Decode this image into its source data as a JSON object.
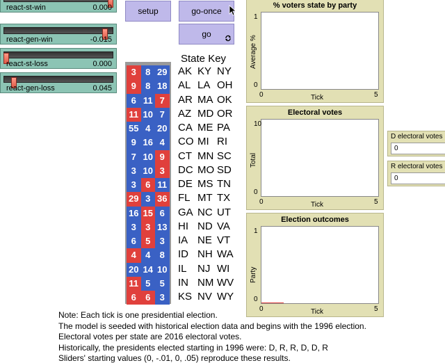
{
  "sliders": [
    {
      "label": "react-st-win",
      "value": "0.000",
      "fraction": 0.98
    },
    {
      "label": "react-gen-win",
      "value": "-0.015",
      "fraction": 0.93
    },
    {
      "label": "react-st-loss",
      "value": "0.000",
      "fraction": 0.02
    },
    {
      "label": "react-gen-loss",
      "value": "0.045",
      "fraction": 0.09
    }
  ],
  "buttons": {
    "setup": "setup",
    "go_once": "go-once",
    "go": "go"
  },
  "plots": [
    {
      "title": "% voters state by party",
      "ylabel": "Average %",
      "xlabel": "Tick",
      "ymin": "0",
      "ymax": "1",
      "xmin": "0",
      "xmax": "5"
    },
    {
      "title": "Electoral votes",
      "ylabel": "Total",
      "xlabel": "Tick",
      "ymin": "0",
      "ymax": "10",
      "xmin": "0",
      "xmax": "5"
    },
    {
      "title": "Election outcomes",
      "ylabel": "Party",
      "xlabel": "Tick",
      "ymin": "0",
      "ymax": "1",
      "xmin": "0",
      "xmax": "5"
    }
  ],
  "monitors": [
    {
      "label": "D electoral votes",
      "value": "0"
    },
    {
      "label": "R electoral votes",
      "value": "0"
    }
  ],
  "state_key_title": "State Key",
  "grid": [
    [
      {
        "v": "3",
        "p": "R"
      },
      {
        "v": "8",
        "p": "D"
      },
      {
        "v": "29",
        "p": "D"
      }
    ],
    [
      {
        "v": "9",
        "p": "R"
      },
      {
        "v": "8",
        "p": "D"
      },
      {
        "v": "18",
        "p": "D"
      }
    ],
    [
      {
        "v": "6",
        "p": "D"
      },
      {
        "v": "11",
        "p": "D"
      },
      {
        "v": "7",
        "p": "R"
      }
    ],
    [
      {
        "v": "11",
        "p": "R"
      },
      {
        "v": "10",
        "p": "D"
      },
      {
        "v": "7",
        "p": "D"
      }
    ],
    [
      {
        "v": "55",
        "p": "D"
      },
      {
        "v": "4",
        "p": "D"
      },
      {
        "v": "20",
        "p": "D"
      }
    ],
    [
      {
        "v": "9",
        "p": "D"
      },
      {
        "v": "16",
        "p": "D"
      },
      {
        "v": "4",
        "p": "D"
      }
    ],
    [
      {
        "v": "7",
        "p": "D"
      },
      {
        "v": "10",
        "p": "D"
      },
      {
        "v": "9",
        "p": "R"
      }
    ],
    [
      {
        "v": "3",
        "p": "D"
      },
      {
        "v": "10",
        "p": "D"
      },
      {
        "v": "3",
        "p": "R"
      }
    ],
    [
      {
        "v": "3",
        "p": "D"
      },
      {
        "v": "6",
        "p": "R"
      },
      {
        "v": "11",
        "p": "D"
      }
    ],
    [
      {
        "v": "29",
        "p": "R"
      },
      {
        "v": "3",
        "p": "D"
      },
      {
        "v": "36",
        "p": "R"
      }
    ],
    [
      {
        "v": "16",
        "p": "D"
      },
      {
        "v": "15",
        "p": "R"
      },
      {
        "v": "6",
        "p": "D"
      }
    ],
    [
      {
        "v": "3",
        "p": "D"
      },
      {
        "v": "3",
        "p": "R"
      },
      {
        "v": "13",
        "p": "D"
      }
    ],
    [
      {
        "v": "6",
        "p": "D"
      },
      {
        "v": "5",
        "p": "R"
      },
      {
        "v": "3",
        "p": "D"
      }
    ],
    [
      {
        "v": "4",
        "p": "R"
      },
      {
        "v": "4",
        "p": "D"
      },
      {
        "v": "8",
        "p": "D"
      }
    ],
    [
      {
        "v": "20",
        "p": "D"
      },
      {
        "v": "14",
        "p": "D"
      },
      {
        "v": "10",
        "p": "D"
      }
    ],
    [
      {
        "v": "11",
        "p": "R"
      },
      {
        "v": "5",
        "p": "D"
      },
      {
        "v": "5",
        "p": "D"
      }
    ],
    [
      {
        "v": "6",
        "p": "R"
      },
      {
        "v": "6",
        "p": "R"
      },
      {
        "v": "3",
        "p": "D"
      }
    ]
  ],
  "state_key": [
    [
      "AK",
      "KY",
      "NY"
    ],
    [
      "AL",
      "LA",
      "OH"
    ],
    [
      "AR",
      "MA",
      "OK"
    ],
    [
      "AZ",
      "MD",
      "OR"
    ],
    [
      "CA",
      "ME",
      "PA"
    ],
    [
      "CO",
      "MI",
      "RI"
    ],
    [
      "CT",
      "MN",
      "SC"
    ],
    [
      "DC",
      "MO",
      "SD"
    ],
    [
      "DE",
      "MS",
      "TN"
    ],
    [
      "FL",
      "MT",
      "TX"
    ],
    [
      "GA",
      "NC",
      "UT"
    ],
    [
      "HI",
      "ND",
      "VA"
    ],
    [
      "IA",
      "NE",
      "VT"
    ],
    [
      "ID",
      "NH",
      "WA"
    ],
    [
      "IL",
      "NJ",
      "WI"
    ],
    [
      "IN",
      "NM",
      "WV"
    ],
    [
      "KS",
      "NV",
      "WY"
    ]
  ],
  "notes": [
    "Note: Each tick is one presidential election.",
    "The model is seeded with historical election data and begins with the 1996 election.",
    "Electoral votes per state are 2016 electoral votes.",
    "Historically, the presidents elected starting in 1996 were: D, R, R, D, D, R",
    "Sliders' starting values (0, -.01, 0, .05) reproduce these results."
  ],
  "colors": {
    "democrat": "#3a61c4",
    "republican": "#e0403c",
    "outcome_line": "#e0403c"
  }
}
